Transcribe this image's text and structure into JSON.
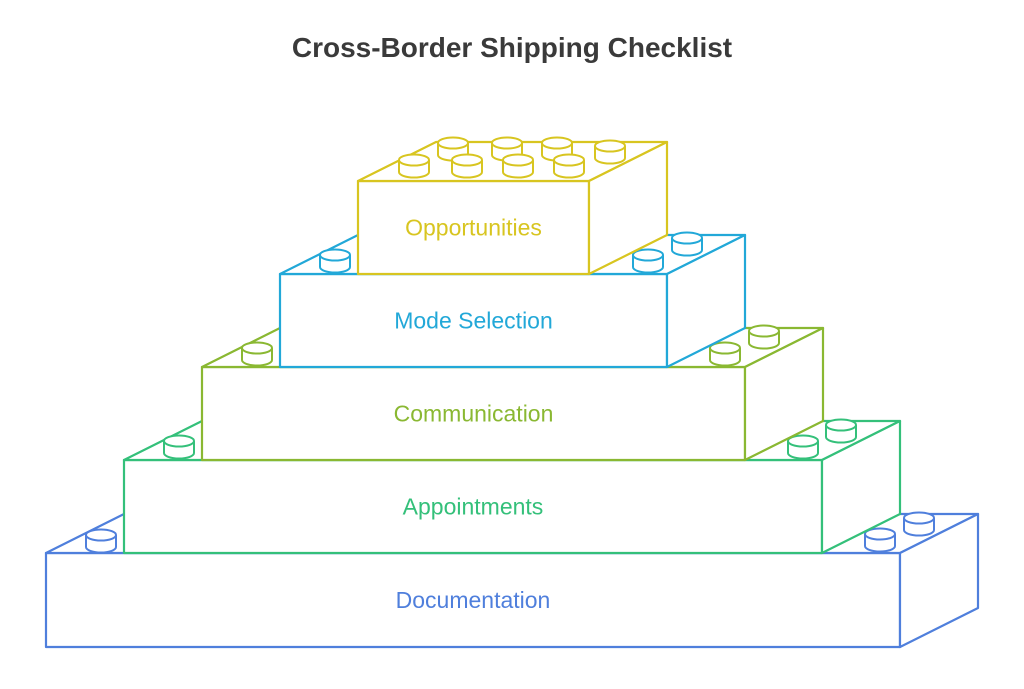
{
  "title": "Cross-Border Shipping Checklist",
  "tiers": [
    {
      "label": "Documentation",
      "color": "#4f7fdc"
    },
    {
      "label": "Appointments",
      "color": "#34c07a"
    },
    {
      "label": "Communication",
      "color": "#8ab832"
    },
    {
      "label": "Mode Selection",
      "color": "#22a8d8"
    },
    {
      "label": "Opportunities",
      "color": "#d8c520"
    }
  ]
}
